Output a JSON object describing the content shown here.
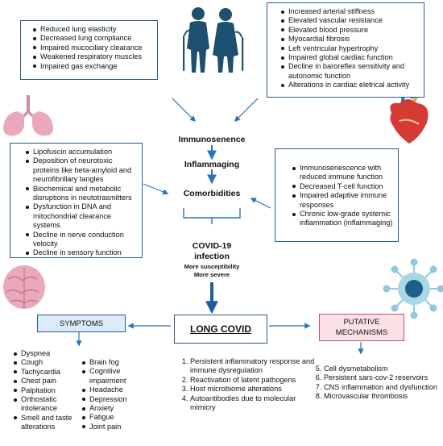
{
  "respiratory": {
    "items": [
      "Reduced lung elasticity",
      "Decreased lung compliance",
      "Impaired mucociliary clearance",
      "Weakened respiratory muscles",
      "Impaired gas exchange"
    ]
  },
  "cardiovascular": {
    "items": [
      "Increased arterial stiffness",
      "Elevated vascular resistance",
      "Elevated blood pressure",
      "Myocardial fibrosis",
      "Left ventricular hypertrophy",
      "Impaired global cardiac function",
      "Decline in baroreflex sensitivity and autonomic function",
      "Alterations in cardiac eletrical activity"
    ]
  },
  "neuro": {
    "items": [
      "Lipofuscin accumulation",
      "Deposition of neurotoxic proteins like beta-amyloid and neurofibrillary tangles",
      "Biochemical and metabolic disruptions in neutotrasmitters",
      "Dysfunction in DNA and mitochondrial clearance systems",
      "Decline in nerve conduction velocity",
      "Decline in sensory function"
    ]
  },
  "immune": {
    "items": [
      "Immunosenescence with reduced immune function",
      "Decreased T-cell function",
      "Impaired adaptive immune responses",
      "Chronic low-grade systemic inflammation (inflammaging)"
    ]
  },
  "flow": {
    "immunosenence": "Immunosenence",
    "inflammaging": "Inflammaging",
    "comorbidities": "Comorbidities",
    "covid_line1": "COVID-19",
    "covid_line2": "infection",
    "more_susceptibility": "More susceptibility",
    "more_severe": "More severe"
  },
  "long_covid": "LONG COVID",
  "symptoms": {
    "title": "SYMPTOMS",
    "col1": [
      "Dyspnea",
      "Cough",
      "Tachycardia",
      "Chest pain",
      "Palpitation",
      "Orthostatic intolerance",
      "Smell and taste alterations"
    ],
    "col2": [
      "Brain fog",
      "Cognitive impairment",
      "Headache",
      "Depression",
      "Anxiety",
      "Fatigue",
      "Joint pain"
    ]
  },
  "mechanisms": {
    "title_line1": "PUTATIVE",
    "title_line2": "MECHANISMS",
    "list_a": [
      "Persistent inflammatory response and immune dysregulation",
      "Reactivation of latent pathogens",
      "Host microbiome alterations",
      "Autoantibodies due to molecular mimicry"
    ],
    "list_b": [
      "Cell dysmetabolism",
      "Persistent sars-cov-2 reservoirs",
      "CNS inflammation and dysfunction",
      "Microvascular thrombosis"
    ]
  },
  "colors": {
    "box_border": "#2b5a8a",
    "arrow": "#2a73b8",
    "people": "#1d4f6e",
    "symptoms_fill": "#dcebf7",
    "mechanisms_fill": "#fbe1e6",
    "mechanisms_border": "#c0506a"
  }
}
